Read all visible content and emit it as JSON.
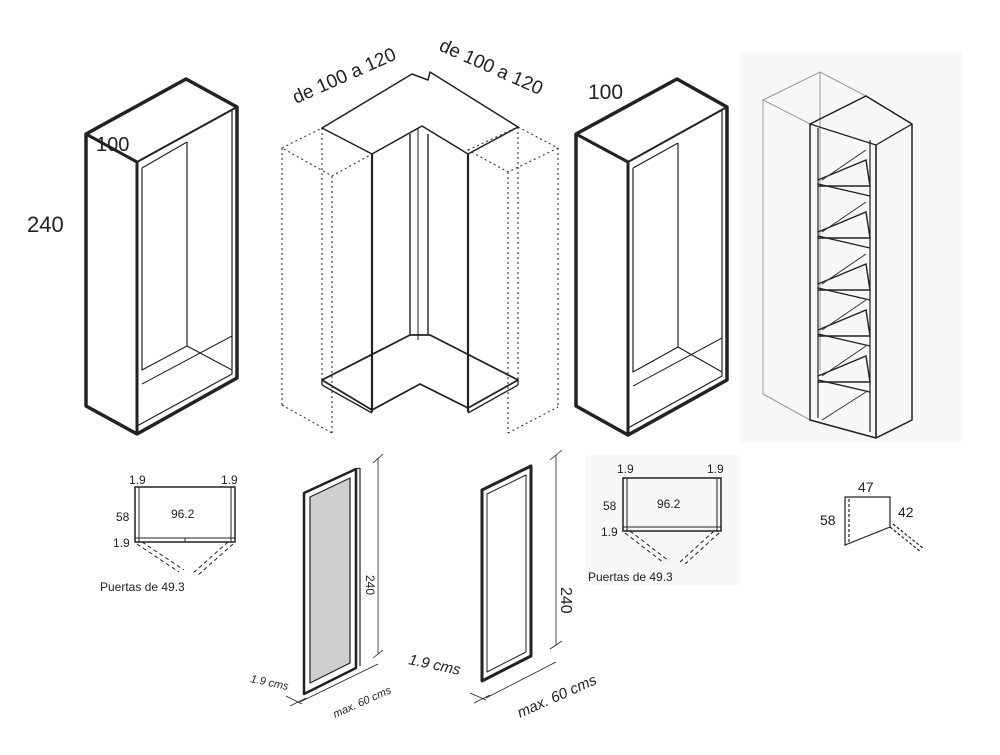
{
  "module_100_left": {
    "height_label": "240",
    "width_label": "100"
  },
  "corner_module": {
    "side_a_label": "de 100 a 120",
    "side_b_label": "de 100 a 120"
  },
  "module_100_right": {
    "width_label": "100"
  },
  "plan_left": {
    "top_left": "1.9",
    "top_right": "1.9",
    "depth": "58",
    "inner_width": "96.2",
    "bottom_left": "1.9",
    "doors_note": "Puertas de 49.3"
  },
  "plan_right": {
    "top_left": "1.9",
    "top_right": "1.9",
    "depth": "58",
    "inner_width": "96.2",
    "bottom_left": "1.9",
    "doors_note": "Puertas de 49.3"
  },
  "corner_plan": {
    "top": "47",
    "left": "58",
    "right": "42"
  },
  "door_framed": {
    "height": "240",
    "thickness": "1.9 cms",
    "width": "max. 60 cms"
  },
  "door_plain": {
    "height": "240",
    "thickness": "1.9 cms",
    "width": "max. 60 cms"
  },
  "colors": {
    "line": "#222222",
    "dotted": "#333333",
    "light_line": "#888888",
    "panel_fill": "#cfcfcf"
  }
}
